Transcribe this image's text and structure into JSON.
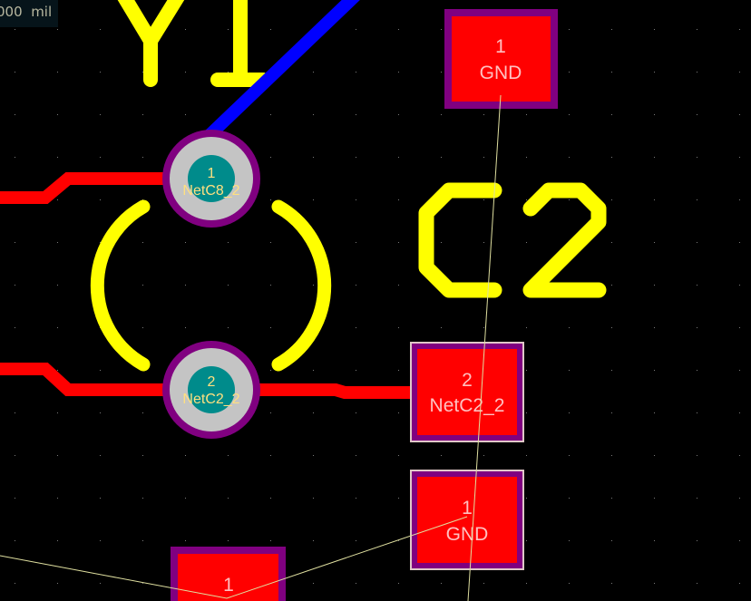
{
  "scale_readout": {
    "value": "000",
    "unit": "mil"
  },
  "colors": {
    "background": "#000000",
    "silkscreen": "#ffff00",
    "top_copper": "#ff0000",
    "bottom_copper": "#0000ff",
    "pad_ring": "#800080",
    "hole": "#008b8b",
    "ratsnest": "#e0e0a0"
  },
  "designators": {
    "y1": "Y1",
    "c2": "C2"
  },
  "through_hole_pads": [
    {
      "number": "1",
      "net": "NetC8_2"
    },
    {
      "number": "2",
      "net": "NetC2_2"
    }
  ],
  "smd_pads": [
    {
      "number": "1",
      "net": "GND"
    },
    {
      "number": "2",
      "net": "NetC2_2"
    },
    {
      "number": "1",
      "net": "GND"
    },
    {
      "number": "1",
      "net": ""
    }
  ]
}
